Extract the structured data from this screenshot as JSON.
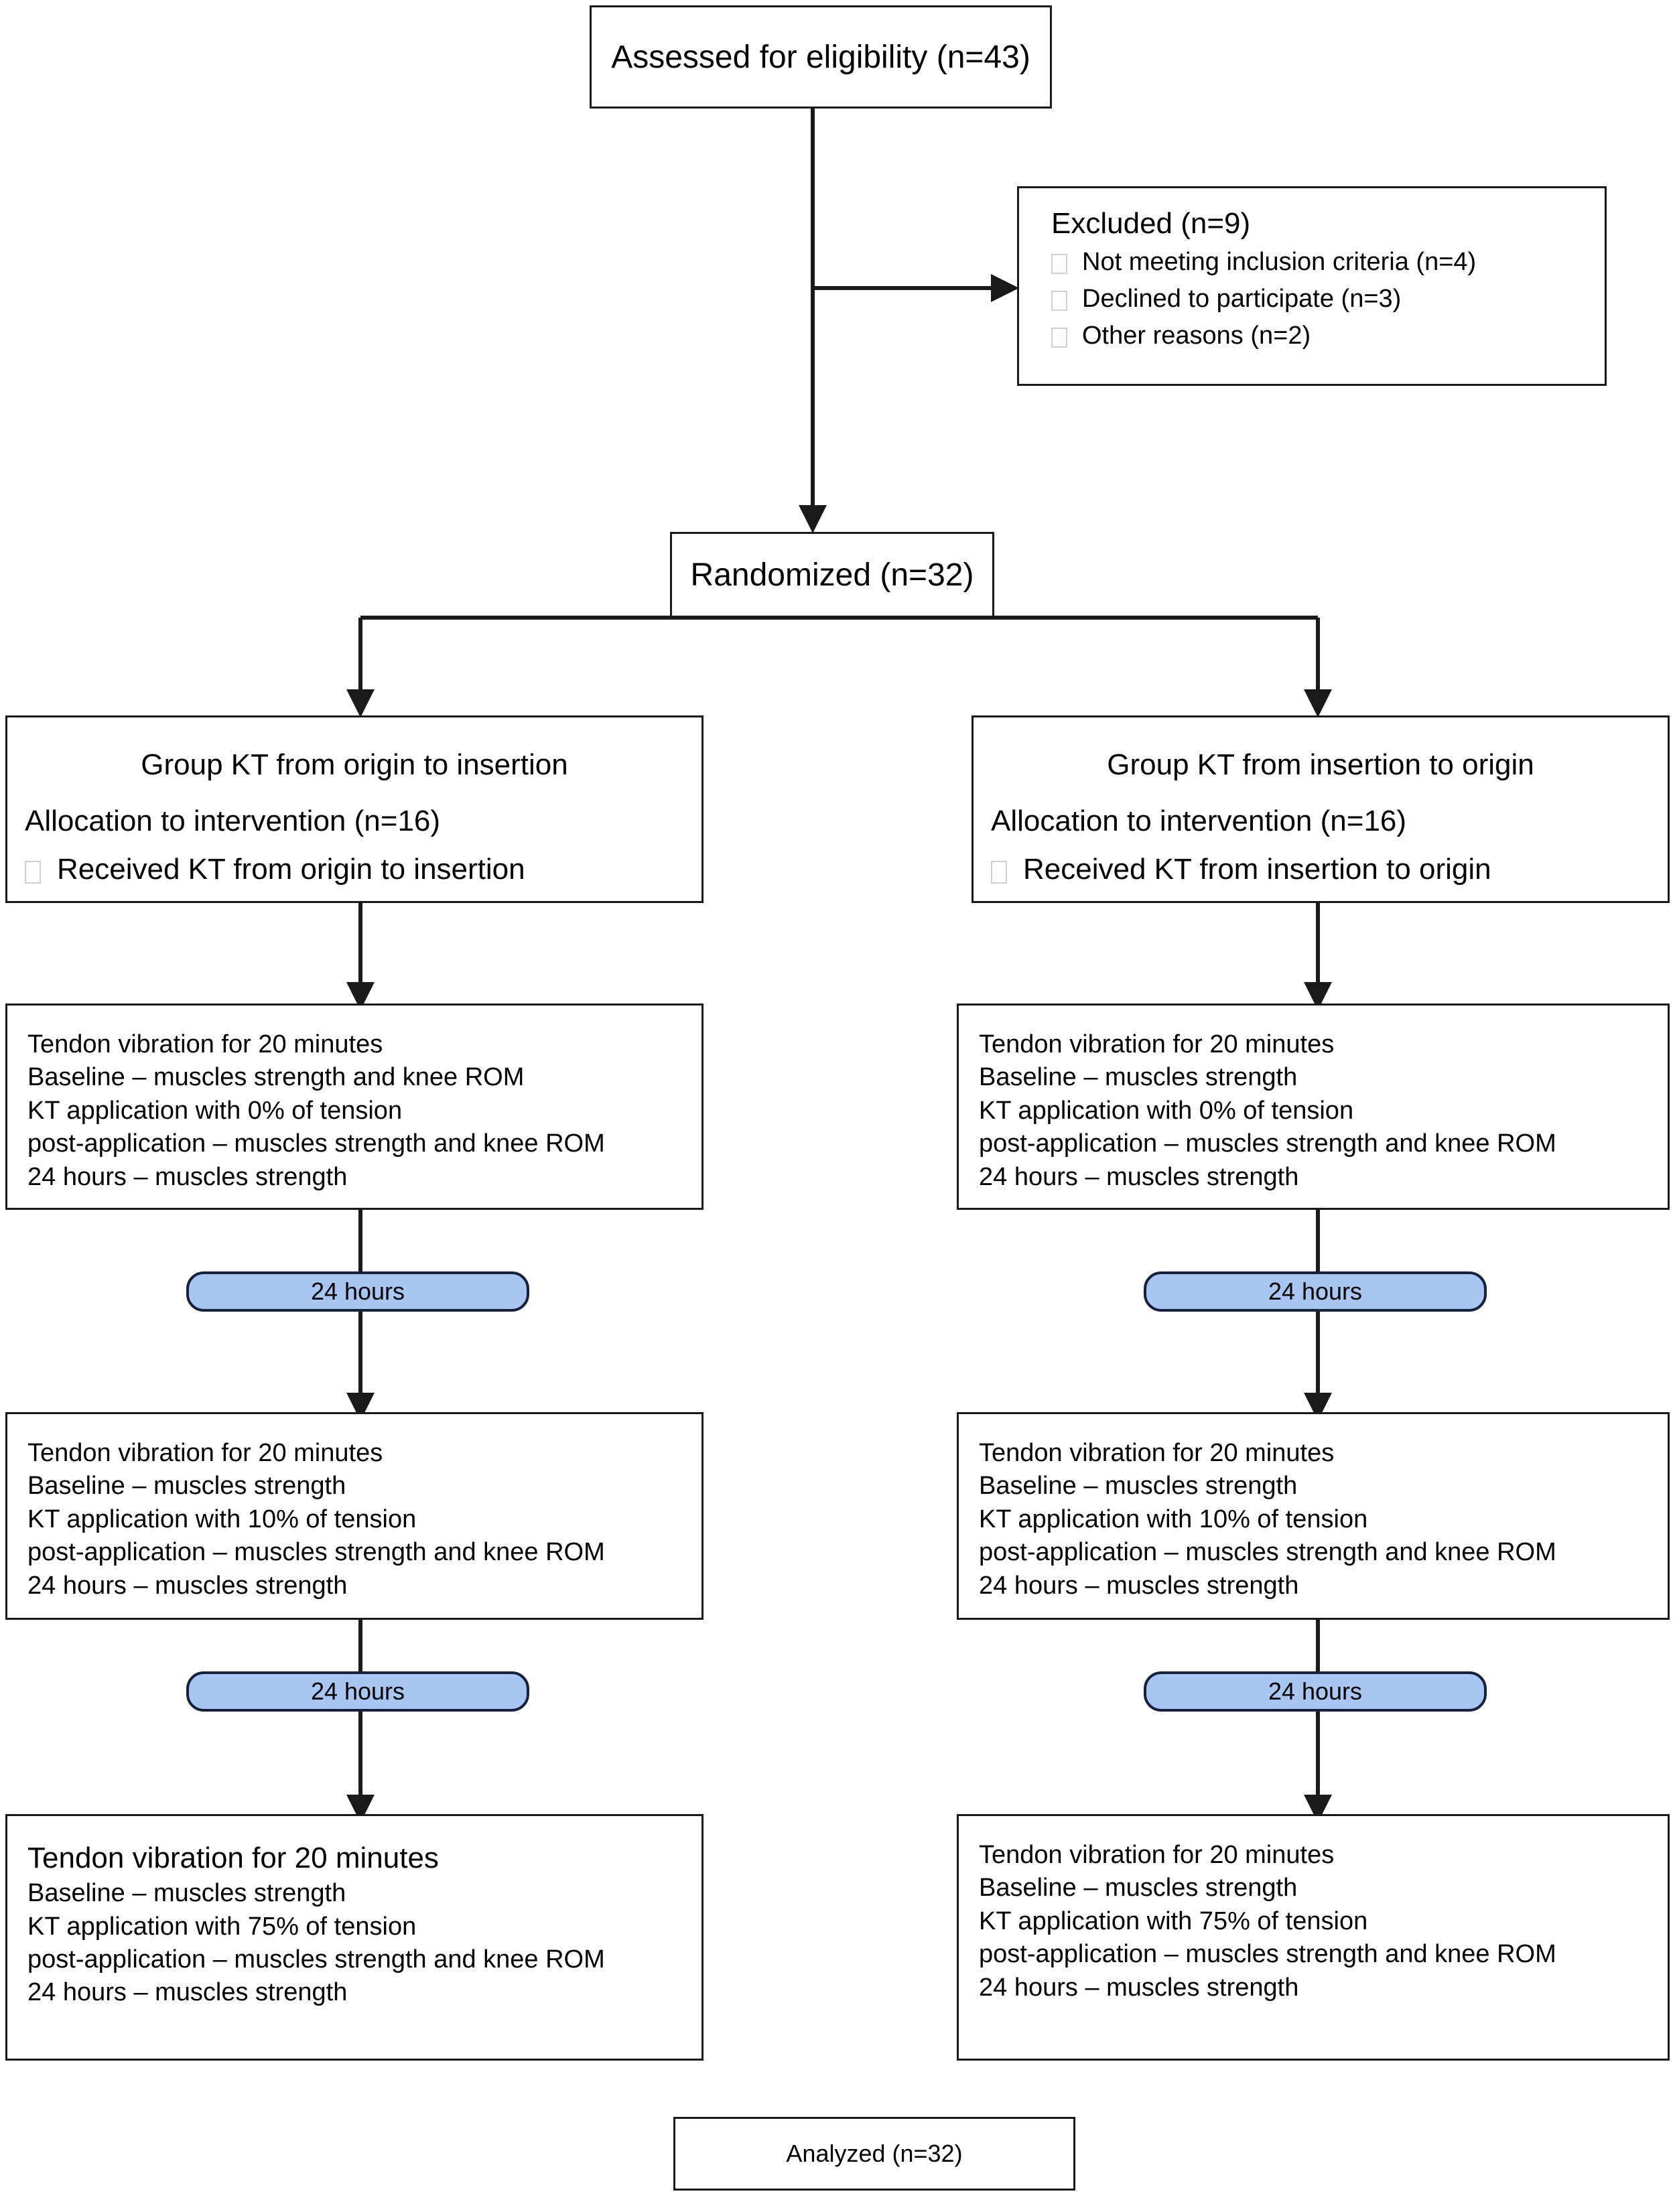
{
  "diagram": {
    "type": "consort-flow-diagram",
    "title": "CONSORT participant flow",
    "accent_color": "#a9c5f2",
    "border_color": "#16213d",
    "line_color": "#1a1a1a"
  },
  "nodes": {
    "assessed": {
      "label": "Assessed for eligibility (n=43)"
    },
    "excluded": {
      "title": "Excluded (n=9)",
      "reasons": [
        "Not meeting inclusion criteria (n=4)",
        "Declined to participate (n=3)",
        "Other reasons (n=2)"
      ]
    },
    "randomized": {
      "label": "Randomized (n=32)"
    },
    "analyzed": {
      "label": "Analyzed (n=32)"
    }
  },
  "arms": {
    "left": {
      "allocation": {
        "group_title": "Group KT from origin to insertion",
        "allocation_line": "Allocation to intervention (n=16)",
        "received_line": "Received KT from origin to insertion"
      },
      "sessions": [
        {
          "lines": [
            "Tendon vibration for 20 minutes",
            "Baseline – muscles strength and knee ROM",
            "KT application with 0% of tension",
            "post-application – muscles strength and knee ROM",
            "24 hours – muscles strength"
          ]
        },
        {
          "lines": [
            "Tendon vibration for 20 minutes",
            "Baseline – muscles strength",
            "KT application with 10% of tension",
            "post-application – muscles strength and knee ROM",
            "24 hours – muscles strength"
          ]
        },
        {
          "lines": [
            "Tendon vibration for 20 minutes",
            "Baseline – muscles strength",
            "KT application with 75% of tension",
            "post-application – muscles strength and knee ROM",
            "24 hours – muscles strength"
          ]
        }
      ],
      "washouts": [
        "24 hours",
        "24 hours"
      ]
    },
    "right": {
      "allocation": {
        "group_title": "Group KT from   insertion to origin",
        "allocation_line": "Allocation to intervention (n=16)",
        "received_line": "Received KT from  insertion  to origin"
      },
      "sessions": [
        {
          "lines": [
            "Tendon vibration for 20 minutes",
            "Baseline – muscles strength",
            "KT application with 0% of tension",
            "post-application – muscles strength and knee ROM",
            "24 hours – muscles strength"
          ]
        },
        {
          "lines": [
            "Tendon vibration for 20 minutes",
            "Baseline – muscles strength",
            "KT application with 10% of tension",
            "post-application – muscles strength and knee ROM",
            "24 hours – muscles strength"
          ]
        },
        {
          "lines": [
            "Tendon vibration for 20 minutes",
            "Baseline – muscles strength",
            "KT application with 75% of tension",
            "post-application – muscles strength and knee ROM",
            "24 hours – muscles strength"
          ]
        }
      ],
      "washouts": [
        "24 hours",
        "24 hours"
      ]
    }
  }
}
